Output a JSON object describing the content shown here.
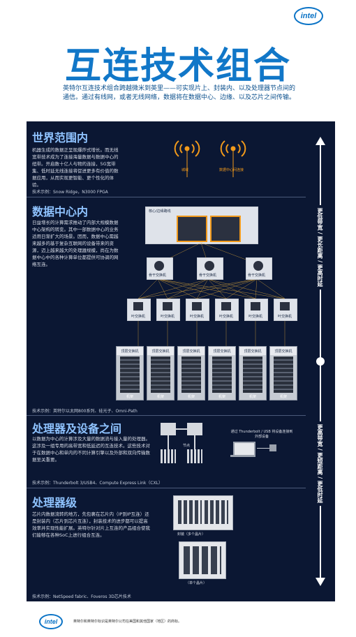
{
  "brand": {
    "logo_text": "intel"
  },
  "header": {
    "title": "互连技术组合",
    "subtitle": "英特尔互连技术组合跨越微米到英里——可实现片上、封装内、以及处理器节点间的通信。通过有线网，或者无线网络，数据将在数据中心、边缘、以及芯片之间传输。"
  },
  "sections": [
    {
      "title": "世界范围内",
      "body": "机器生成的数据正呈现爆炸式增长。而无线宽带技术成为了连接海量数据与数据中心的纽带。开启数十亿人与物的连接，5G宽带集、低时延无线连接将促进更多有价值的数据应用，从而实现更智能、更个性化的体验。",
      "example": "技术示例：Snow Ridge，N3000 FPGA"
    },
    {
      "title": "数据中心内",
      "body": "日益增长的计算需求推动了内部大规模数据中心架构的转变。其中一部数据中心的业务适用日渐扩大的场景。因而，数据中心需越来越多的基于复杂互联网的设备带来的资源，迈上越来越大的处理器规模，尚在为数据中心中的各种计算单位都提供可协调的网络互连。",
      "example": "技术示例：英特尔以太网800系列、硅光子、Omni-Path"
    },
    {
      "title": "处理器及设备之间",
      "body": "以数据为中心的计算涉及大量的数据流与接入量的处理器。这涉及一组专用的高带宽和低延迟的互连技术。这些技术对于在数据中心和单内的不同计算引擎以及外部和双向传输数据至关重要。",
      "example": "技术示例：Thunderbolt 3/USB4、Compute Express Link（CXL）"
    },
    {
      "title": "处理器级",
      "body": "芯片内数据流转的地方，先包裹在芯片内（IP到IP互连）还是封装内（芯片到芯片互连），封装技术的进步都可以提高效率并实现性能扩展。英特尔针对片上互连的产品组合使我们能够在各种SoC上进行组合互连。",
      "example": "技术示例：NetSpeed fabric、Foveros 3D芯片技术"
    }
  ],
  "diagram": {
    "tower_labels": [
      "城域",
      "数据中心间连接"
    ],
    "edge_box_label": "核心/边缘路线",
    "spine_label": "骨干交换机",
    "leaf_label": "叶交换机",
    "rack_label": "机架",
    "rack_top_label": "顶层交换机",
    "node_label": "节点",
    "thunderbolt_label": "通过 Thunderbolt / USB 将设备连接到外部设备",
    "package_label": "封装（多个晶片）",
    "die_label": "（单个晶片）"
  },
  "side_labels": {
    "top": "更低带宽 / 更长距离 / 更高时延",
    "bottom": "更高带宽 / 更短距离 / 更低时延"
  },
  "footer": {
    "text": "英特尔和英特尔标识是英特尔公司在美国和其他国家（地区）的商标。"
  }
}
